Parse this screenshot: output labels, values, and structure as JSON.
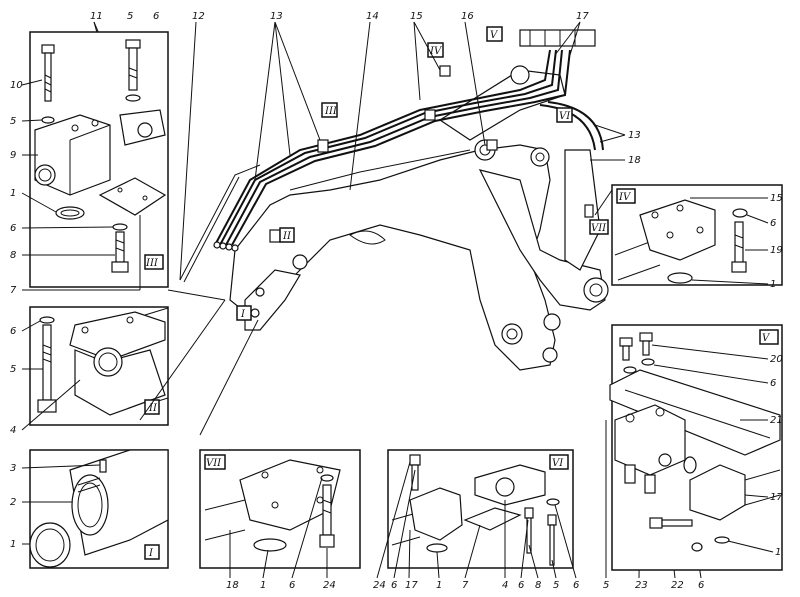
{
  "top_labels": [
    "11",
    "5",
    "6",
    "12",
    "13",
    "14",
    "15",
    "16",
    "V",
    "17"
  ],
  "side_labels_left": [
    "10",
    "5",
    "9",
    "1",
    "6",
    "8",
    "7",
    "6",
    "5",
    "4",
    "3",
    "2",
    "1"
  ],
  "main_labels": [
    "IV",
    "III",
    "VI",
    "VII",
    "II",
    "I",
    "13",
    "18"
  ],
  "detail_titles": [
    "III",
    "II",
    "I",
    "VII",
    "VI",
    "IV",
    "V"
  ],
  "bottom_labels": [
    "18",
    "1",
    "6",
    "24",
    "24",
    "6",
    "17",
    "1",
    "7",
    "4",
    "6",
    "8",
    "5",
    "6",
    "5",
    "23",
    "22",
    "6"
  ],
  "detail_IV_labels": [
    "15",
    "6",
    "19",
    "1"
  ],
  "detail_V_labels": [
    "20",
    "6",
    "21",
    "17",
    "1"
  ]
}
